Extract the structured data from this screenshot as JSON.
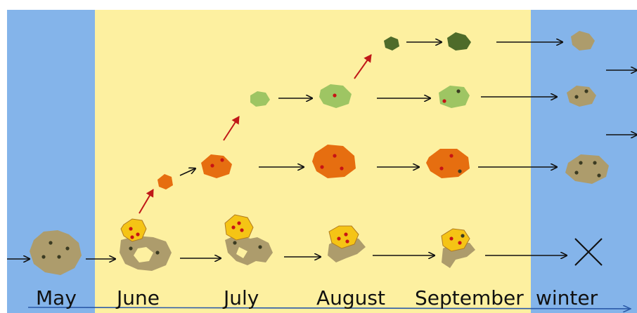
{
  "colors": {
    "cold_season_bg": "#84b4ea",
    "warm_season_bg": "#fdf0a0",
    "arrow": "#111111",
    "growth_arrow": "#c01818",
    "sick_tan": "#ad9c6c",
    "yellow": "#f5c415",
    "orange": "#e66e10",
    "light_green": "#9ec563",
    "dark_green": "#4e6b2a",
    "dot_red": "#c71414",
    "dot_dark": "#3b3b22"
  },
  "icons": [
    "particle-cluster",
    "arrow-right",
    "growth-arrow",
    "cross-mark"
  ],
  "months": {
    "may": "May",
    "june": "June",
    "july": "July",
    "august": "August",
    "september": "September",
    "winter": "winter"
  }
}
